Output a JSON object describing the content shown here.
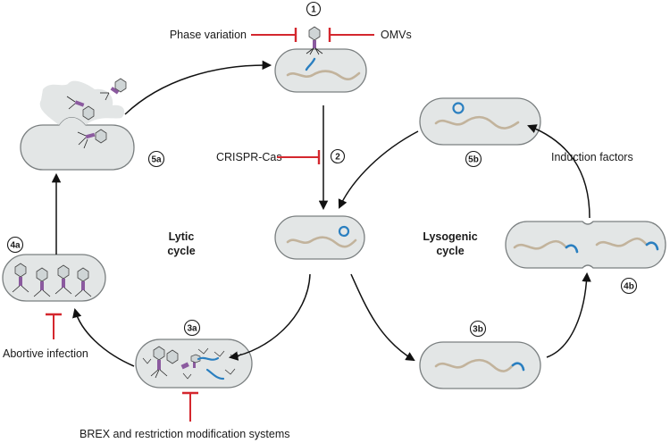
{
  "inhibitors": {
    "phase_variation": "Phase variation",
    "omvs": "OMVs",
    "crispr_cas": "CRISPR-Cas",
    "abortive_infection": "Abortive infection",
    "brex_rm": "BREX and restriction modification systems",
    "induction_factors": "Induction factors"
  },
  "cycles": {
    "lytic_line1": "Lytic",
    "lytic_line2": "cycle",
    "lysogenic_line1": "Lysogenic",
    "lysogenic_line2": "cycle"
  },
  "steps": {
    "s1": "1",
    "s2": "2",
    "s3a": "3a",
    "s3b": "3b",
    "s4a": "4a",
    "s4b": "4b",
    "s5a": "5a",
    "s5b": "5b"
  },
  "colors": {
    "cell_fill": "#e3e6e6",
    "cell_stroke": "#7a7f80",
    "bacterial_dna": "#c2b39c",
    "phage_dna": "#2a7fc0",
    "inhibitor_red": "#d4272e",
    "phage_tail": "#8b5a9f",
    "arrow": "#111111"
  }
}
